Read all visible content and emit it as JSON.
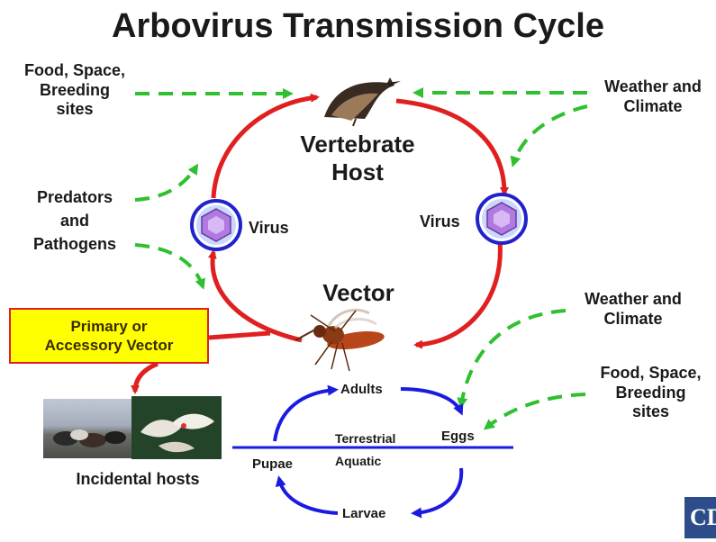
{
  "title": "Arbovirus Transmission Cycle",
  "nodes": {
    "vertebrate_host": "Vertebrate Host",
    "vector": "Vector",
    "virus_left": "Virus",
    "virus_right": "Virus",
    "incidental_hosts": "Incidental hosts",
    "primary_vector_line1": "Primary or",
    "primary_vector_line2": "Accessory Vector"
  },
  "factors": {
    "food_left": [
      "Food, Space,",
      "Breeding",
      "sites"
    ],
    "weather_top": [
      "Weather and",
      "Climate"
    ],
    "predators": [
      "Predators",
      "and",
      "Pathogens"
    ],
    "weather_mid": [
      "Weather and",
      "Climate"
    ],
    "food_right": [
      "Food, Space,",
      "Breeding",
      "sites"
    ]
  },
  "life_cycle": {
    "adults": "Adults",
    "eggs": "Eggs",
    "larvae": "Larvae",
    "pupae": "Pupae",
    "terrestrial": "Terrestrial",
    "aquatic": "Aquatic"
  },
  "logo_text": "CD",
  "colors": {
    "main_cycle": "#e02020",
    "factor_arrows": "#2ec02e",
    "life_cycle": "#1a1ae0",
    "virus_ring": "#2222cc",
    "virus_fill": "#b07ae0",
    "primary_box": "#ffff00"
  }
}
